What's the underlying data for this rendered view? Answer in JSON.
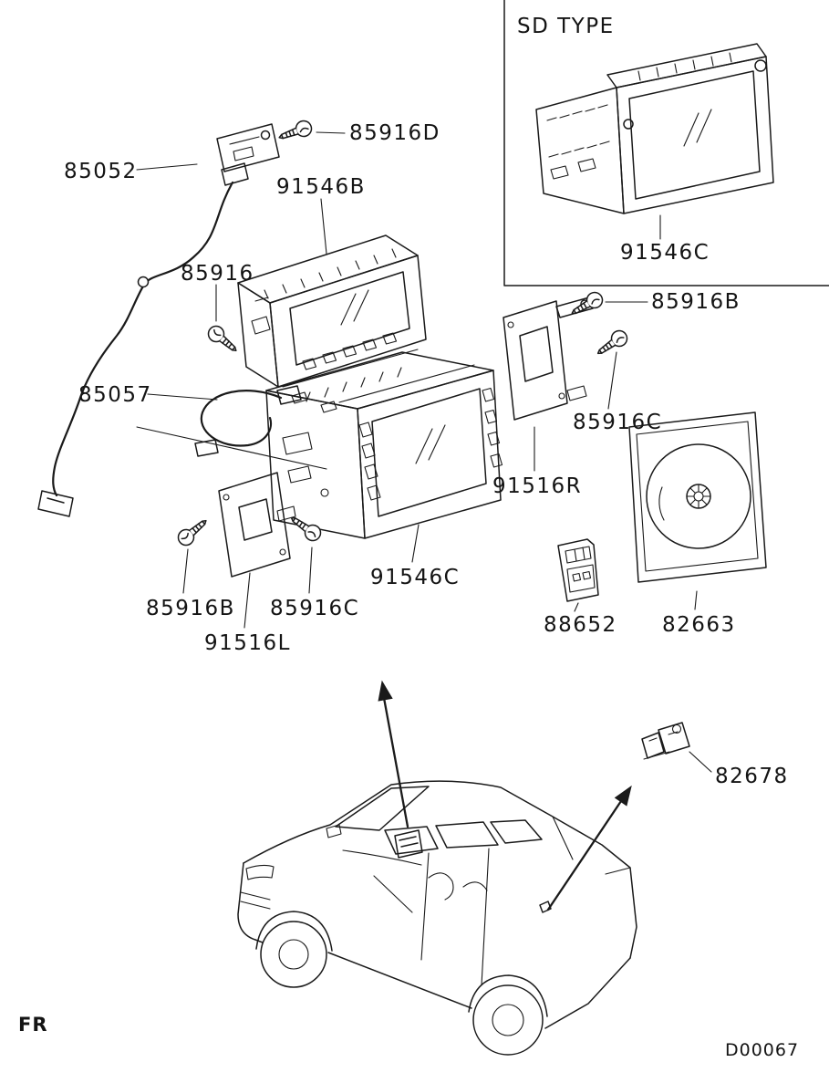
{
  "page": {
    "background": "#ffffff",
    "ink": "#1a1a1a",
    "diagram_code": "D00067",
    "front_label": "FR"
  },
  "inset": {
    "title": "SD TYPE",
    "unit_part": "91546C"
  },
  "parts": {
    "harness": "85052",
    "antenna_cable": "85057",
    "screw_a": "85916",
    "screw_d": "85916D",
    "screw_b_top": "85916B",
    "screw_c_top": "85916C",
    "screw_b_bottom": "85916B",
    "screw_c_bottom": "85916C",
    "bezel": "91546B",
    "main_unit": "91546C",
    "bracket_right": "91516R",
    "bracket_left": "91516L",
    "sd_card": "88652",
    "cd_disc": "82663",
    "switch": "82678"
  }
}
